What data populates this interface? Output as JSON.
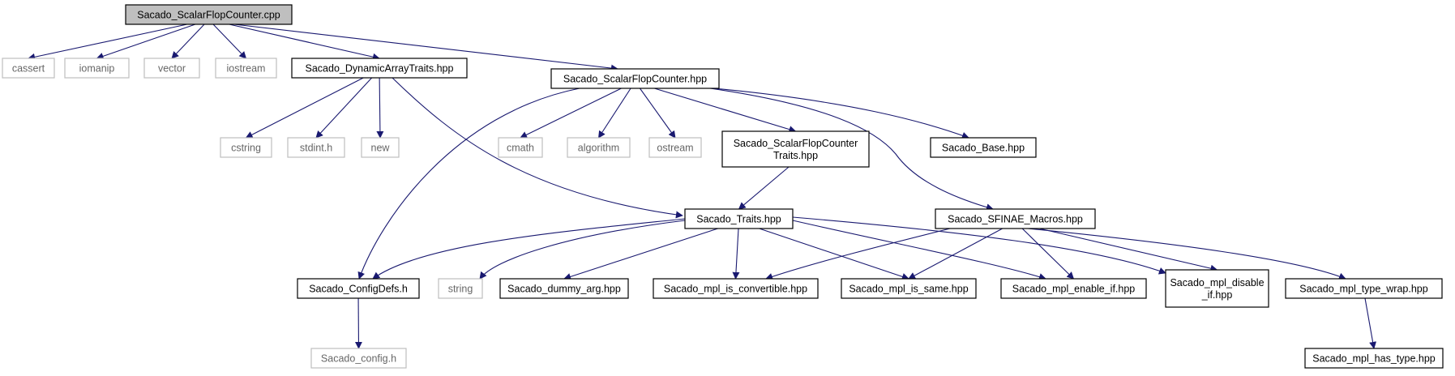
{
  "diagram": {
    "line_color": "#191970",
    "root_fill": "#bfbfbf",
    "system_border": "#bfbfbf",
    "nodes": [
      {
        "id": "root",
        "lines": [
          "Sacado_ScalarFlopCounter.cpp"
        ],
        "kind": "root"
      },
      {
        "id": "cassert",
        "lines": [
          "cassert"
        ],
        "kind": "system"
      },
      {
        "id": "iomanip",
        "lines": [
          "iomanip"
        ],
        "kind": "system"
      },
      {
        "id": "vector",
        "lines": [
          "vector"
        ],
        "kind": "system"
      },
      {
        "id": "iostream",
        "lines": [
          "iostream"
        ],
        "kind": "system"
      },
      {
        "id": "dyn",
        "lines": [
          "Sacado_DynamicArrayTraits.hpp"
        ],
        "kind": "local"
      },
      {
        "id": "sfc",
        "lines": [
          "Sacado_ScalarFlopCounter.hpp"
        ],
        "kind": "local"
      },
      {
        "id": "cstring",
        "lines": [
          "cstring"
        ],
        "kind": "system"
      },
      {
        "id": "stdint",
        "lines": [
          "stdint.h"
        ],
        "kind": "system"
      },
      {
        "id": "new",
        "lines": [
          "new"
        ],
        "kind": "system"
      },
      {
        "id": "cmath",
        "lines": [
          "cmath"
        ],
        "kind": "system"
      },
      {
        "id": "algorithm",
        "lines": [
          "algorithm"
        ],
        "kind": "system"
      },
      {
        "id": "ostream",
        "lines": [
          "ostream"
        ],
        "kind": "system"
      },
      {
        "id": "sfctraits",
        "lines": [
          "Sacado_ScalarFlopCounter",
          "Traits.hpp"
        ],
        "kind": "local"
      },
      {
        "id": "base",
        "lines": [
          "Sacado_Base.hpp"
        ],
        "kind": "local"
      },
      {
        "id": "traits",
        "lines": [
          "Sacado_Traits.hpp"
        ],
        "kind": "local"
      },
      {
        "id": "sfinae",
        "lines": [
          "Sacado_SFINAE_Macros.hpp"
        ],
        "kind": "local"
      },
      {
        "id": "configdefs",
        "lines": [
          "Sacado_ConfigDefs.h"
        ],
        "kind": "local"
      },
      {
        "id": "string",
        "lines": [
          "string"
        ],
        "kind": "system"
      },
      {
        "id": "dummy",
        "lines": [
          "Sacado_dummy_arg.hpp"
        ],
        "kind": "local"
      },
      {
        "id": "isconv",
        "lines": [
          "Sacado_mpl_is_convertible.hpp"
        ],
        "kind": "local"
      },
      {
        "id": "issame",
        "lines": [
          "Sacado_mpl_is_same.hpp"
        ],
        "kind": "local"
      },
      {
        "id": "enableif",
        "lines": [
          "Sacado_mpl_enable_if.hpp"
        ],
        "kind": "local"
      },
      {
        "id": "disableif",
        "lines": [
          "Sacado_mpl_disable",
          "_if.hpp"
        ],
        "kind": "local"
      },
      {
        "id": "typewrap",
        "lines": [
          "Sacado_mpl_type_wrap.hpp"
        ],
        "kind": "local"
      },
      {
        "id": "config",
        "lines": [
          "Sacado_config.h"
        ],
        "kind": "system"
      },
      {
        "id": "hastype",
        "lines": [
          "Sacado_mpl_has_type.hpp"
        ],
        "kind": "local"
      }
    ],
    "edges": [
      [
        "root",
        "cassert"
      ],
      [
        "root",
        "iomanip"
      ],
      [
        "root",
        "vector"
      ],
      [
        "root",
        "iostream"
      ],
      [
        "root",
        "dyn"
      ],
      [
        "root",
        "sfc"
      ],
      [
        "dyn",
        "cstring"
      ],
      [
        "dyn",
        "stdint"
      ],
      [
        "dyn",
        "new"
      ],
      [
        "dyn",
        "traits"
      ],
      [
        "sfc",
        "configdefs"
      ],
      [
        "sfc",
        "cmath"
      ],
      [
        "sfc",
        "algorithm"
      ],
      [
        "sfc",
        "ostream"
      ],
      [
        "sfc",
        "sfctraits"
      ],
      [
        "sfc",
        "base"
      ],
      [
        "sfc",
        "sfinae"
      ],
      [
        "sfctraits",
        "traits"
      ],
      [
        "traits",
        "configdefs"
      ],
      [
        "traits",
        "string"
      ],
      [
        "traits",
        "dummy"
      ],
      [
        "traits",
        "isconv"
      ],
      [
        "traits",
        "issame"
      ],
      [
        "traits",
        "enableif"
      ],
      [
        "traits",
        "disableif"
      ],
      [
        "sfinae",
        "isconv"
      ],
      [
        "sfinae",
        "issame"
      ],
      [
        "sfinae",
        "enableif"
      ],
      [
        "sfinae",
        "disableif"
      ],
      [
        "sfinae",
        "typewrap"
      ],
      [
        "configdefs",
        "config"
      ],
      [
        "typewrap",
        "hastype"
      ]
    ]
  }
}
